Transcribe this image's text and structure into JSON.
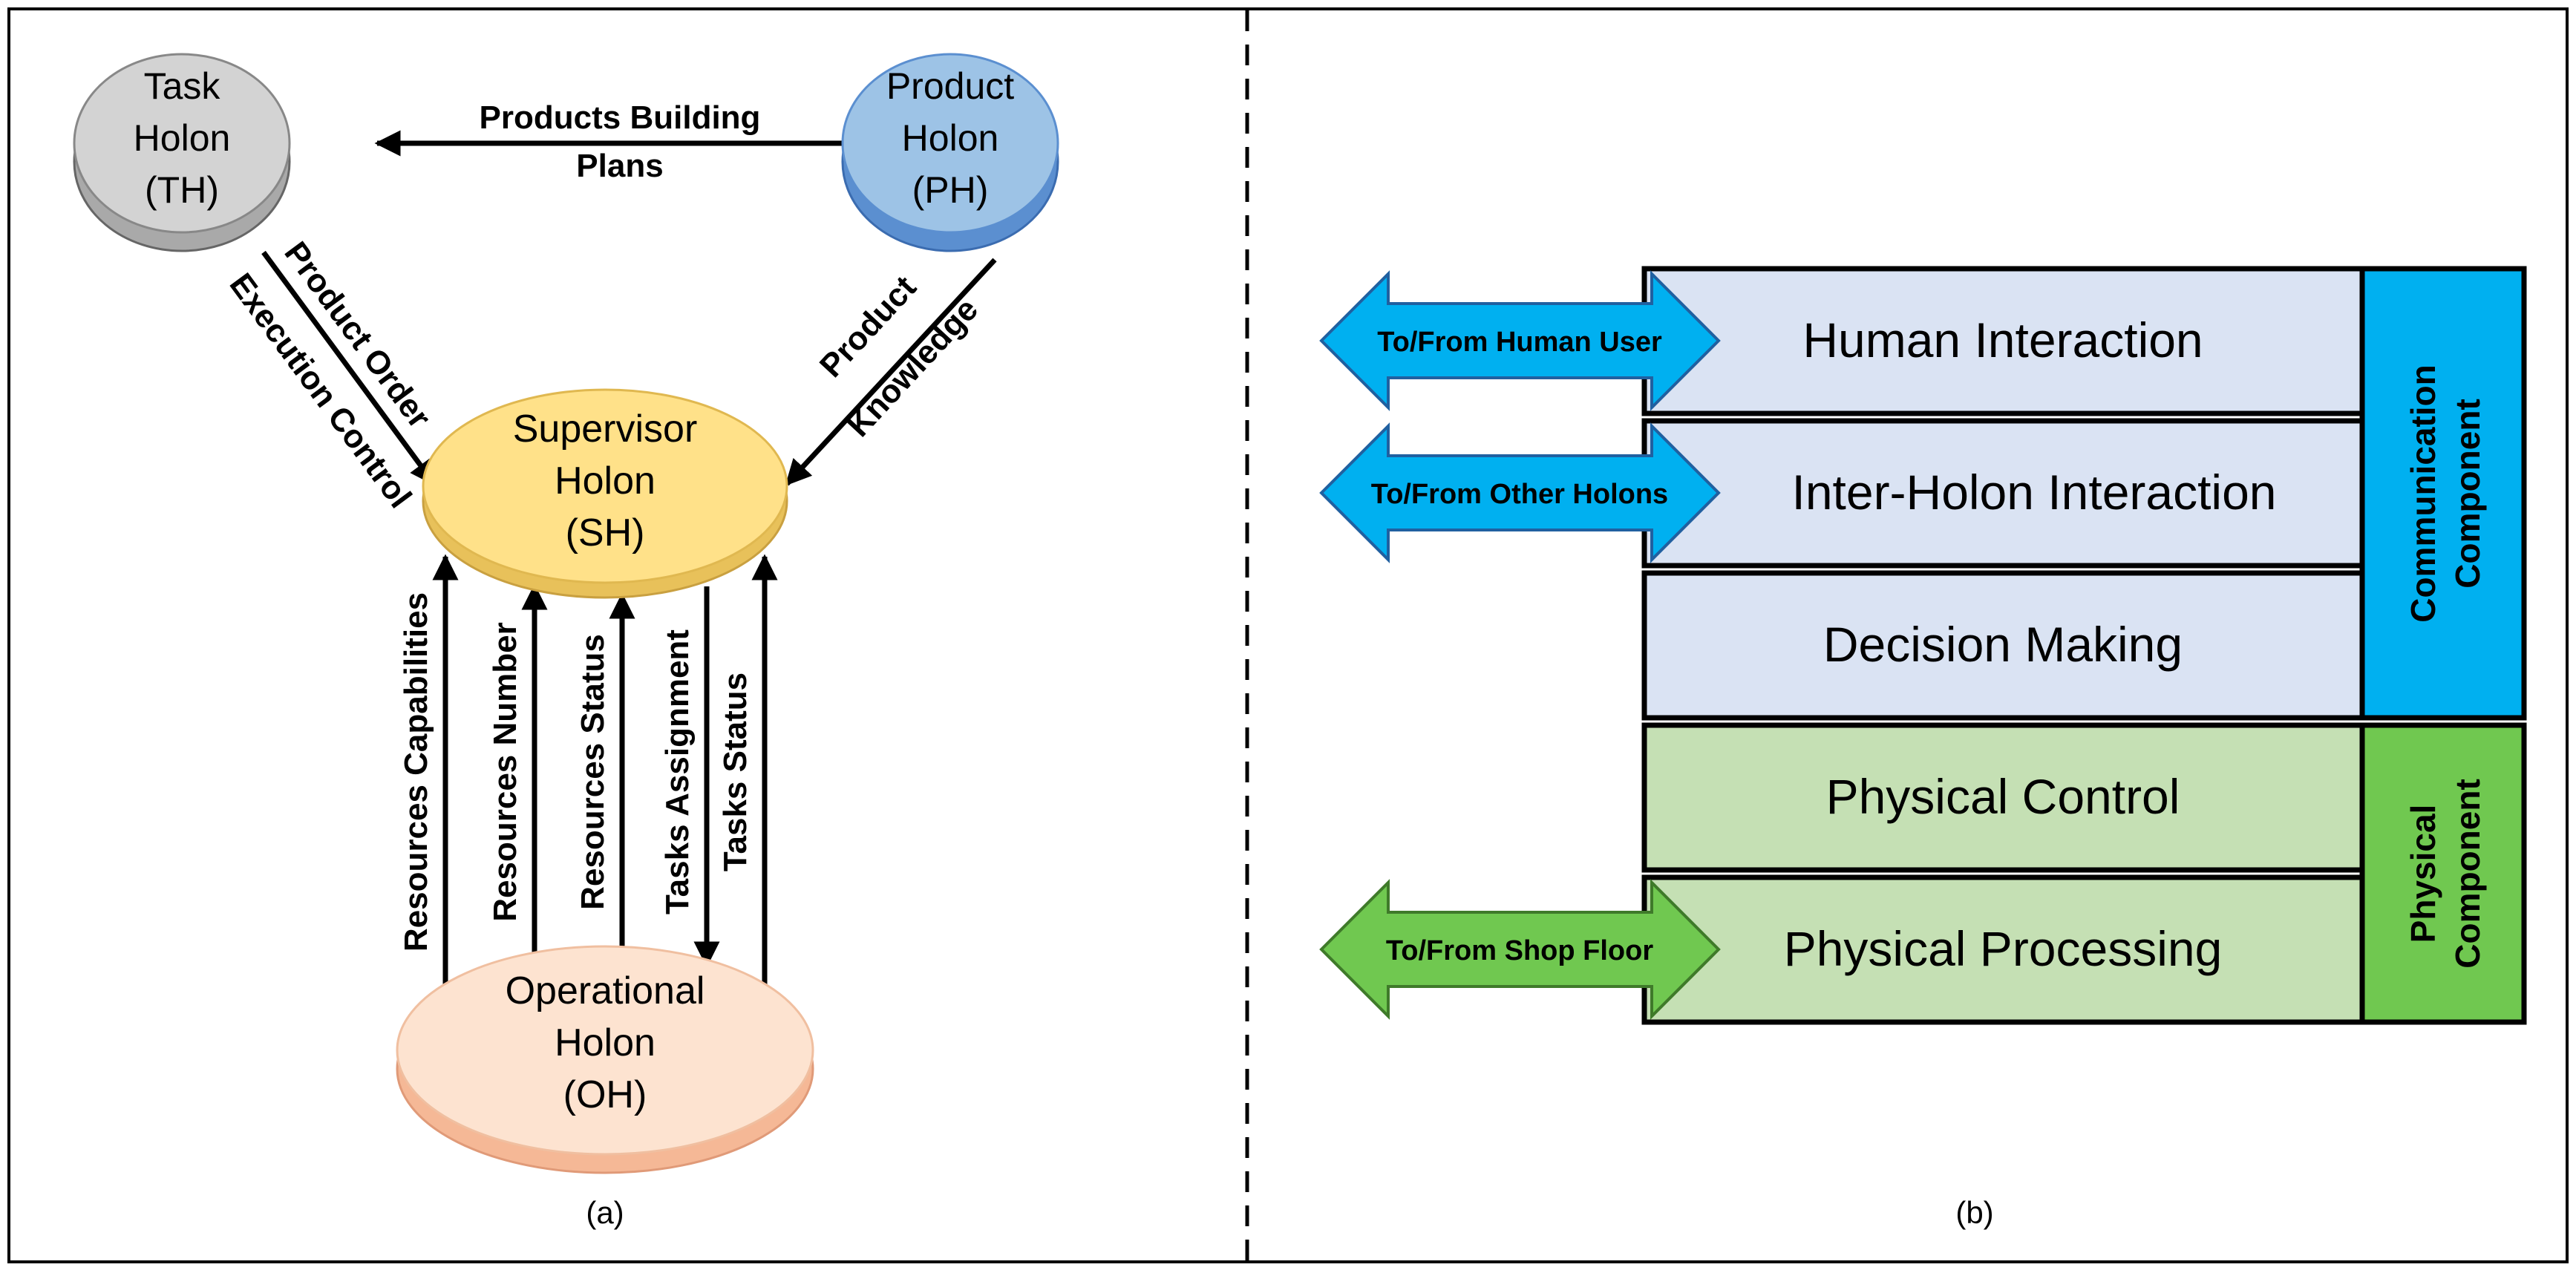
{
  "panel_a": {
    "caption": "(a)",
    "holons": {
      "task": {
        "line1": "Task",
        "line2": "Holon",
        "line3": "(TH)",
        "color": "#d3d3d3",
        "shade": "#a9a9a9"
      },
      "product": {
        "line1": "Product",
        "line2": "Holon",
        "line3": "(PH)",
        "color": "#9dc3e6",
        "shade": "#5b8fd0"
      },
      "supervisor": {
        "line1": "Supervisor",
        "line2": "Holon",
        "line3": "(SH)",
        "color": "#ffe189",
        "shade": "#e8c15a"
      },
      "operational": {
        "line1": "Operational",
        "line2": "Holon",
        "line3": "(OH)",
        "color": "#fde3d0",
        "shade": "#f5b896"
      }
    },
    "flows": {
      "products_building_plans_1": "Products Building",
      "products_building_plans_2": "Plans",
      "product_order": "Product Order",
      "execution_control": "Execution Control",
      "product": "Product",
      "knowledge": "Knowledge",
      "resources_capabilities": "Resources Capabilities",
      "resources_number": "Resources Number",
      "resources_status": "Resources Status",
      "tasks_assignment": "Tasks Assignment",
      "tasks_status": "Tasks Status"
    }
  },
  "panel_b": {
    "caption": "(b)",
    "layers": {
      "human_interaction": "Human Interaction",
      "inter_holon_interaction": "Inter-Holon Interaction",
      "decision_making": "Decision Making",
      "physical_control": "Physical Control",
      "physical_processing": "Physical Processing"
    },
    "components": {
      "communication_1": "Communication",
      "communication_2": "Component",
      "physical_1": "Physical",
      "physical_2": "Component"
    },
    "interfaces": {
      "human_user": "To/From Human User",
      "other_holons": "To/From Other Holons",
      "shop_floor": "To/From Shop Floor"
    },
    "colors": {
      "comm_layer": "#dae3f3",
      "phys_layer": "#c5e0b4",
      "comm_component": "#00b0f0",
      "phys_component": "#70c850",
      "blue_arrow": "#00b0f0",
      "green_arrow": "#70c850"
    }
  }
}
